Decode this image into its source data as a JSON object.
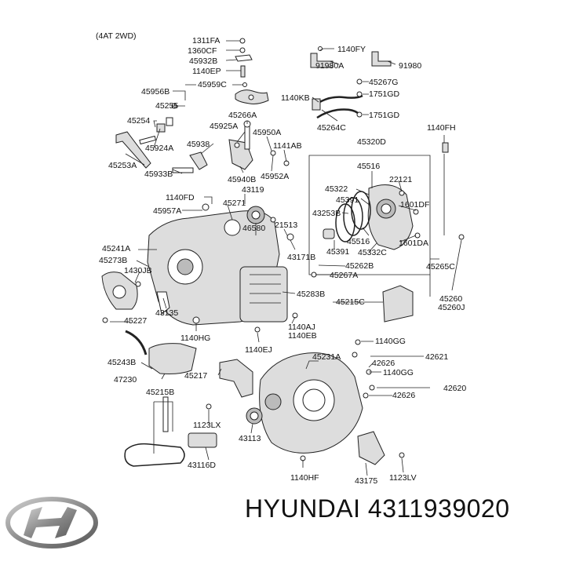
{
  "diagram": {
    "subtitle": "(4AT 2WD)",
    "labels": [
      "1311FA",
      "1360CF",
      "45932B",
      "1140EP",
      "45959C",
      "45956B",
      "45255",
      "45254",
      "45924A",
      "45253A",
      "45933B",
      "45938",
      "45266A",
      "45925A",
      "45950A",
      "1141AB",
      "45940B",
      "45952A",
      "1140FD",
      "43119",
      "45271",
      "45957A",
      "46580",
      "21513",
      "43171B",
      "45241A",
      "45273B",
      "1430JB",
      "45227",
      "43135",
      "1140HG",
      "45243B",
      "47230",
      "45283B",
      "1140AJ",
      "1140EB",
      "1140EJ",
      "45215C",
      "45260",
      "45260J",
      "1140FY",
      "91980A",
      "91980",
      "45267G",
      "1751GD",
      "1140KB",
      "1751GD",
      "45264C",
      "1140FH",
      "45320D",
      "45516",
      "22121",
      "45322",
      "45391",
      "1601DF",
      "43253B",
      "45516",
      "45391",
      "45332C",
      "1601DA",
      "45262B",
      "45267A",
      "45265C",
      "1140GG",
      "42621",
      "42626",
      "1140GG",
      "42626",
      "42620",
      "45231A",
      "45217",
      "45215B",
      "1123LX",
      "43113",
      "43116D",
      "1140HF",
      "43175",
      "1123LV"
    ]
  },
  "caption": "HYUNDAI 4311939020",
  "logo": {
    "name": "hyundai-logo",
    "color": "#8a8a8a"
  }
}
